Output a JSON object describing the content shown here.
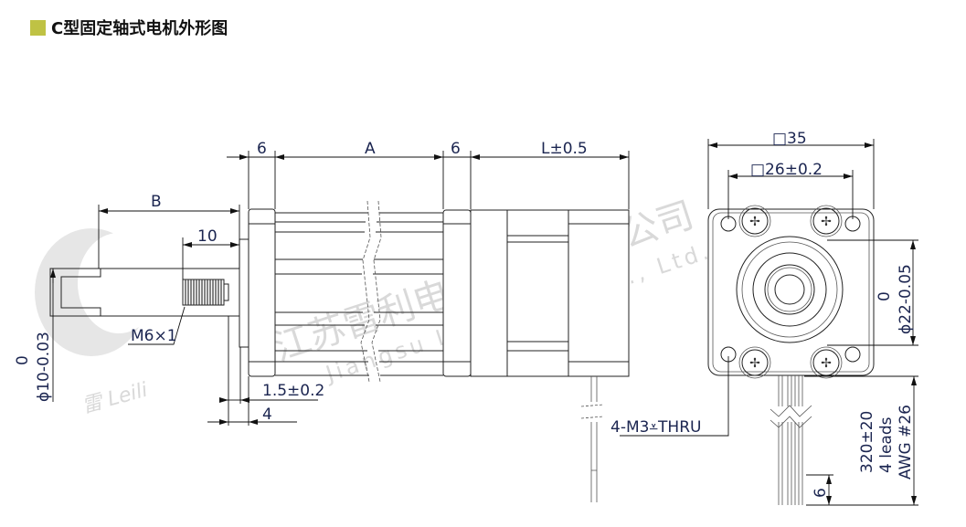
{
  "title": "C型固定轴式电机外形图",
  "colors": {
    "title_marker": "#bfc244",
    "dimension_text": "#1b2550",
    "watermark": "#d9d9d9"
  },
  "watermark": {
    "company_cn": "江苏雷利电机股份有限公司",
    "company_en": "Jiangsu Leili Motor Co., Ltd.",
    "logo_text": "雷 Leili"
  },
  "side_view": {
    "dim_front_flange": "6",
    "dim_body": "A",
    "dim_rear_flange": "6",
    "dim_length": "L±0.5",
    "dim_shaft": "B",
    "dim_thread_len": "10",
    "thread_label": "M6×1",
    "shaft_dia_upper": "0",
    "shaft_dia_lower": "ϕ10-0.03",
    "dim_boss": "1.5±0.2",
    "dim_boss_total": "4"
  },
  "end_view": {
    "dim_square": "□35",
    "dim_hole_spacing": "□26±0.2",
    "pilot_dia_upper": "0",
    "pilot_dia_lower": "ϕ22-0.05",
    "hole_label": "4-M3⩡THRU",
    "lead_length": "320±20",
    "lead_count": "4 leads",
    "lead_gauge": "AWG #26",
    "dim_strip": "6"
  }
}
